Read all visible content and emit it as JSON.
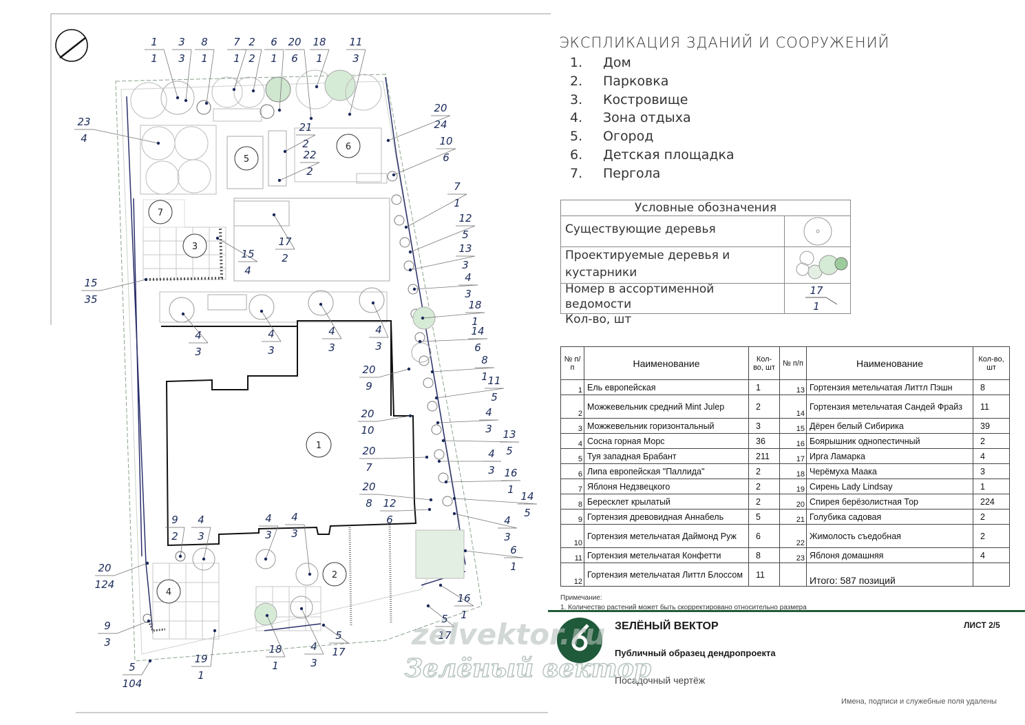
{
  "explication": {
    "title": "ЭКСПЛИКАЦИЯ ЗДАНИЙ И СООРУЖЕНИЙ",
    "items": [
      {
        "num": "1.",
        "label": "Дом"
      },
      {
        "num": "2.",
        "label": "Парковка"
      },
      {
        "num": "3.",
        "label": "Кострoвище"
      },
      {
        "num": "4.",
        "label": "Зона отдыха"
      },
      {
        "num": "5.",
        "label": "Огород"
      },
      {
        "num": "6.",
        "label": "Детская площадка"
      },
      {
        "num": "7.",
        "label": "Пергола"
      }
    ]
  },
  "legend": {
    "title": "Условные обозначения",
    "existing_trees": "Существующие деревья",
    "designed_line1": "Проектируемые деревья и",
    "designed_line2": "кустарники",
    "index_line1": "Номер в ассортименной ведомости",
    "index_line2": "Кол-во, шт",
    "sample_num": "17",
    "sample_qty": "1"
  },
  "table": {
    "h_num": "№ п/п",
    "h_name": "Наименование",
    "h_qty": "Кол-во, шт",
    "h_num2": "№ п/п",
    "rows": [
      {
        "n1": "1",
        "name1": "Ель европейская",
        "q1": "1",
        "n2": "13",
        "name2": "Гортензия метельчатая Литтл Пэшн",
        "q2": "8"
      },
      {
        "n1": "2",
        "name1": "Можжевельник средний Mint Julep",
        "q1": "2",
        "n2": "14",
        "name2": "Гортензия метельчатая Сандей Фрайз",
        "q2": "11"
      },
      {
        "n1": "3",
        "name1": "Можжевельник горизонтальный",
        "q1": "3",
        "n2": "15",
        "name2": "Дёрен белый Сибирика",
        "q2": "39"
      },
      {
        "n1": "4",
        "name1": "Сосна горная Морс",
        "q1": "36",
        "n2": "16",
        "name2": "Боярышник однопестичный",
        "q2": "2"
      },
      {
        "n1": "5",
        "name1": "Туя западная Брабант",
        "q1": "211",
        "n2": "17",
        "name2": "Ирга Ламарка",
        "q2": "4"
      },
      {
        "n1": "6",
        "name1": "Липа европейская \"Паллида\"",
        "q1": "2",
        "n2": "18",
        "name2": "Черёмуха Маака",
        "q2": "3"
      },
      {
        "n1": "7",
        "name1": "Яблоня Недзвецкого",
        "q1": "2",
        "n2": "19",
        "name2": "Сирень Lady Lindsay",
        "q2": "1"
      },
      {
        "n1": "8",
        "name1": "Бересклет крылатый",
        "q1": "2",
        "n2": "20",
        "name2": "Спирея берёзолистная Тор",
        "q2": "224"
      },
      {
        "n1": "9",
        "name1": "Гортензия древовидная Аннабель",
        "q1": "5",
        "n2": "21",
        "name2": "Голубика садовая",
        "q2": "2"
      },
      {
        "n1": "10",
        "name1": "Гортензия метельчатая Даймонд Руж",
        "q1": "6",
        "n2": "22",
        "name2": "Жимолость съедобная",
        "q2": "2"
      },
      {
        "n1": "11",
        "name1": "Гортензия метельчатая Конфетти",
        "q1": "8",
        "n2": "23",
        "name2": "Яблоня домашняя",
        "q2": "4"
      },
      {
        "n1": "12",
        "name1": "Гортензия метельчатая Литтл Блоссом",
        "q1": "11",
        "n2": "",
        "name2": "Итого: 587 позиций",
        "q2": ""
      }
    ]
  },
  "notes": {
    "label": "Примечание:",
    "line1": "1. Количество растений может быть скорректировано относительно размера"
  },
  "titleblock": {
    "company": "ЗЕЛЁНЫЙ ВЕКТОР",
    "sheet": "ЛИСТ 2/5",
    "subtitle": "Публичный образец дендропроекта",
    "drawing_type": "Посадочный чертёж",
    "disclaimer": "Имена, подписи и служебные поля удалены",
    "watermark_url": "zelvektor.ru",
    "watermark_name": "Зелёный вектор"
  },
  "plan": {
    "zones": [
      {
        "id": "1",
        "label": "1"
      },
      {
        "id": "2",
        "label": "2"
      },
      {
        "id": "3",
        "label": "3"
      },
      {
        "id": "4",
        "label": "4"
      },
      {
        "id": "5",
        "label": "5"
      },
      {
        "id": "6",
        "label": "6"
      },
      {
        "id": "7",
        "label": "7"
      }
    ],
    "callouts": [
      {
        "n": "1",
        "q": "1"
      },
      {
        "n": "3",
        "q": "3"
      },
      {
        "n": "8",
        "q": "1"
      },
      {
        "n": "7",
        "q": "1"
      },
      {
        "n": "2",
        "q": "2"
      },
      {
        "n": "6",
        "q": "1"
      },
      {
        "n": "20",
        "q": "6"
      },
      {
        "n": "18",
        "q": "1"
      },
      {
        "n": "11",
        "q": "3"
      },
      {
        "n": "23",
        "q": "4"
      },
      {
        "n": "21",
        "q": "2"
      },
      {
        "n": "22",
        "q": "2"
      },
      {
        "n": "20",
        "q": "24"
      },
      {
        "n": "10",
        "q": "6"
      },
      {
        "n": "7",
        "q": "1"
      },
      {
        "n": "12",
        "q": "5"
      },
      {
        "n": "13",
        "q": "3"
      },
      {
        "n": "4",
        "q": "3"
      },
      {
        "n": "18",
        "q": "1"
      },
      {
        "n": "14",
        "q": "6"
      },
      {
        "n": "8",
        "q": "1"
      },
      {
        "n": "11",
        "q": "5"
      },
      {
        "n": "4",
        "q": "3"
      },
      {
        "n": "13",
        "q": "5"
      },
      {
        "n": "4",
        "q": "3"
      },
      {
        "n": "16",
        "q": "1"
      },
      {
        "n": "14",
        "q": "5"
      },
      {
        "n": "4",
        "q": "3"
      },
      {
        "n": "6",
        "q": "1"
      },
      {
        "n": "16",
        "q": "1"
      },
      {
        "n": "5",
        "q": "17"
      },
      {
        "n": "17",
        "q": "2"
      },
      {
        "n": "15",
        "q": "4"
      },
      {
        "n": "15",
        "q": "35"
      },
      {
        "n": "4",
        "q": "3"
      },
      {
        "n": "4",
        "q": "3"
      },
      {
        "n": "4",
        "q": "3"
      },
      {
        "n": "4",
        "q": "3"
      },
      {
        "n": "20",
        "q": "9"
      },
      {
        "n": "20",
        "q": "10"
      },
      {
        "n": "20",
        "q": "7"
      },
      {
        "n": "20",
        "q": "8"
      },
      {
        "n": "12",
        "q": "6"
      },
      {
        "n": "9",
        "q": "2"
      },
      {
        "n": "4",
        "q": "3"
      },
      {
        "n": "4",
        "q": "3"
      },
      {
        "n": "4",
        "q": "3"
      },
      {
        "n": "20",
        "q": "124"
      },
      {
        "n": "9",
        "q": "3"
      },
      {
        "n": "5",
        "q": "104"
      },
      {
        "n": "19",
        "q": "1"
      },
      {
        "n": "18",
        "q": "1"
      },
      {
        "n": "4",
        "q": "3"
      },
      {
        "n": "5",
        "q": "17"
      }
    ]
  },
  "colors": {
    "accent": "#1f5a3a",
    "ink": "#1a2a5a",
    "plant": "#a9d5a9"
  }
}
